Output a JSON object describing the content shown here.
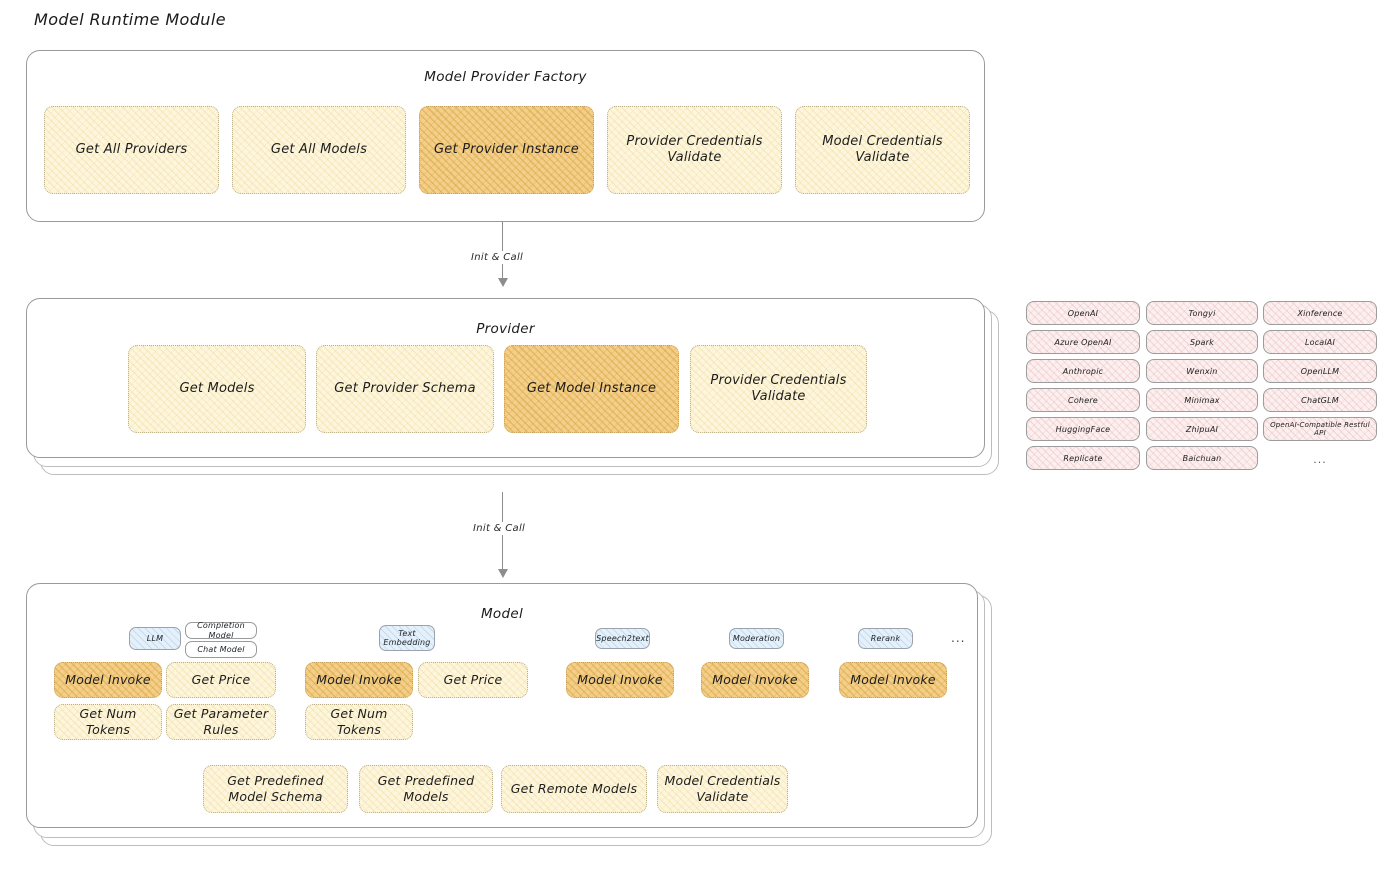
{
  "page": {
    "title": "Model Runtime Module"
  },
  "colors": {
    "box_fill": "#fdf6dc",
    "box_fill_highlight": "#f4cf89",
    "box_border": "#b9ae86",
    "card_border": "#9a9a9a",
    "provider_chip_fill": "#fcefef",
    "model_chip_fill": "#e4f0fa",
    "arrow": "#8d8d8d"
  },
  "factory": {
    "title": "Model Provider Factory",
    "items": [
      {
        "label": "Get All Providers",
        "highlighted": false
      },
      {
        "label": "Get All Models",
        "highlighted": false
      },
      {
        "label": "Get Provider Instance",
        "highlighted": true
      },
      {
        "label": "Provider Credentials Validate",
        "highlighted": false
      },
      {
        "label": "Model Credentials Validate",
        "highlighted": false
      }
    ]
  },
  "arrow1": {
    "label": "Init & Call"
  },
  "provider": {
    "title": "Provider",
    "items": [
      {
        "label": "Get Models",
        "highlighted": false
      },
      {
        "label": "Get Provider Schema",
        "highlighted": false
      },
      {
        "label": "Get Model Instance",
        "highlighted": true
      },
      {
        "label": "Provider Credentials Validate",
        "highlighted": false
      }
    ]
  },
  "provider_list": {
    "column1": [
      "OpenAI",
      "Azure OpenAI",
      "Anthropic",
      "Cohere",
      "HuggingFace",
      "Replicate"
    ],
    "column2": [
      "Tongyi",
      "Spark",
      "Wenxin",
      "Minimax",
      "ZhipuAI",
      "Baichuan"
    ],
    "column3": [
      "Xinference",
      "LocalAI",
      "OpenLLM",
      "ChatGLM",
      "OpenAI-Compatible Restful API"
    ],
    "more": "..."
  },
  "arrow2": {
    "label": "Init & Call"
  },
  "model": {
    "title": "Model",
    "more": "...",
    "types": [
      {
        "name": "LLM",
        "subtypes": [
          "Completion Model",
          "Chat Model"
        ],
        "methods": [
          {
            "label": "Model Invoke",
            "highlighted": true
          },
          {
            "label": "Get Price",
            "highlighted": false
          },
          {
            "label": "Get Num Tokens",
            "highlighted": false
          },
          {
            "label": "Get Parameter Rules",
            "highlighted": false
          }
        ]
      },
      {
        "name": "Text Embedding",
        "subtypes": [],
        "methods": [
          {
            "label": "Model Invoke",
            "highlighted": true
          },
          {
            "label": "Get Price",
            "highlighted": false
          },
          {
            "label": "Get Num Tokens",
            "highlighted": false
          }
        ]
      },
      {
        "name": "Speech2text",
        "subtypes": [],
        "methods": [
          {
            "label": "Model Invoke",
            "highlighted": true
          }
        ]
      },
      {
        "name": "Moderation",
        "subtypes": [],
        "methods": [
          {
            "label": "Model Invoke",
            "highlighted": true
          }
        ]
      },
      {
        "name": "Rerank",
        "subtypes": [],
        "methods": [
          {
            "label": "Model Invoke",
            "highlighted": true
          }
        ]
      }
    ],
    "common_methods": [
      "Get Predefined Model Schema",
      "Get Predefined Models",
      "Get Remote Models",
      "Model Credentials Validate"
    ]
  }
}
